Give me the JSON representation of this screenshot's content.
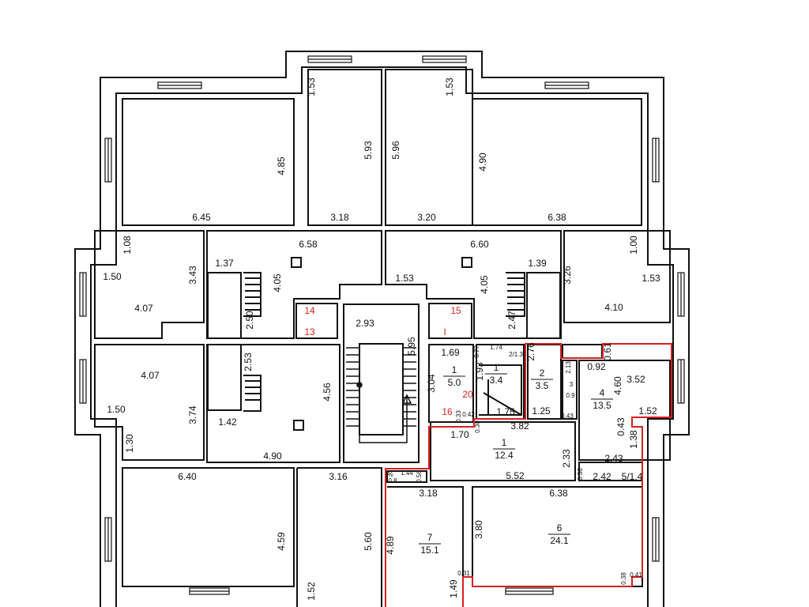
{
  "plan": {
    "dimensions": [
      "4.85",
      "6.45",
      "1.53",
      "5.93",
      "3.18",
      "5.96",
      "1.53",
      "3.20",
      "4.90",
      "6.38",
      "1.08",
      "6.58",
      "1.37",
      "3.43",
      "1.50",
      "4.07",
      "4.05",
      "2.50",
      "2.93",
      "5.95",
      "6.60",
      "1.00",
      "1.39",
      "3.26",
      "1.53",
      "4.05",
      "1.53",
      "4.10",
      "2.47",
      "2.53",
      "4.07",
      "4.56",
      "1.50",
      "3.74",
      "1.42",
      "1.30",
      "4.90",
      "1.69",
      "3.04",
      "1.93",
      "0.77",
      "1.74",
      "2/1.3",
      "1.75",
      "2.76",
      "2.13",
      "3",
      "0.9",
      "1.25",
      "0.43",
      "0.92",
      "0.61",
      "4.60",
      "3.52",
      "1.52",
      "0.43",
      "1.38",
      "0.33",
      "0.42",
      "0.30",
      "3.82",
      "1.70",
      "2.33",
      "2.43",
      "0.56",
      "2.42",
      "5/1.4",
      "5.52",
      "%",
      "0.8",
      "1.44",
      "0.56",
      "3.18",
      "6.38",
      "6.40",
      "3.16",
      "4.59",
      "5.60",
      "4.89",
      "3.80",
      "0.31",
      "0.38",
      "0.41",
      "1.49",
      "1.52"
    ],
    "room_marks": [
      "14",
      "13",
      "15",
      "I",
      "20",
      "16"
    ],
    "rooms": [
      {
        "number": "1",
        "area": "5.0"
      },
      {
        "number": "1",
        "area": "3.4"
      },
      {
        "number": "2",
        "area": "3.5"
      },
      {
        "number": "4",
        "area": "13.5"
      },
      {
        "number": "1",
        "area": "12.4"
      },
      {
        "number": "7",
        "area": "15.1"
      },
      {
        "number": "6",
        "area": "24.1"
      }
    ],
    "colors": {
      "wall": "#111111",
      "highlight": "#d42020"
    }
  }
}
